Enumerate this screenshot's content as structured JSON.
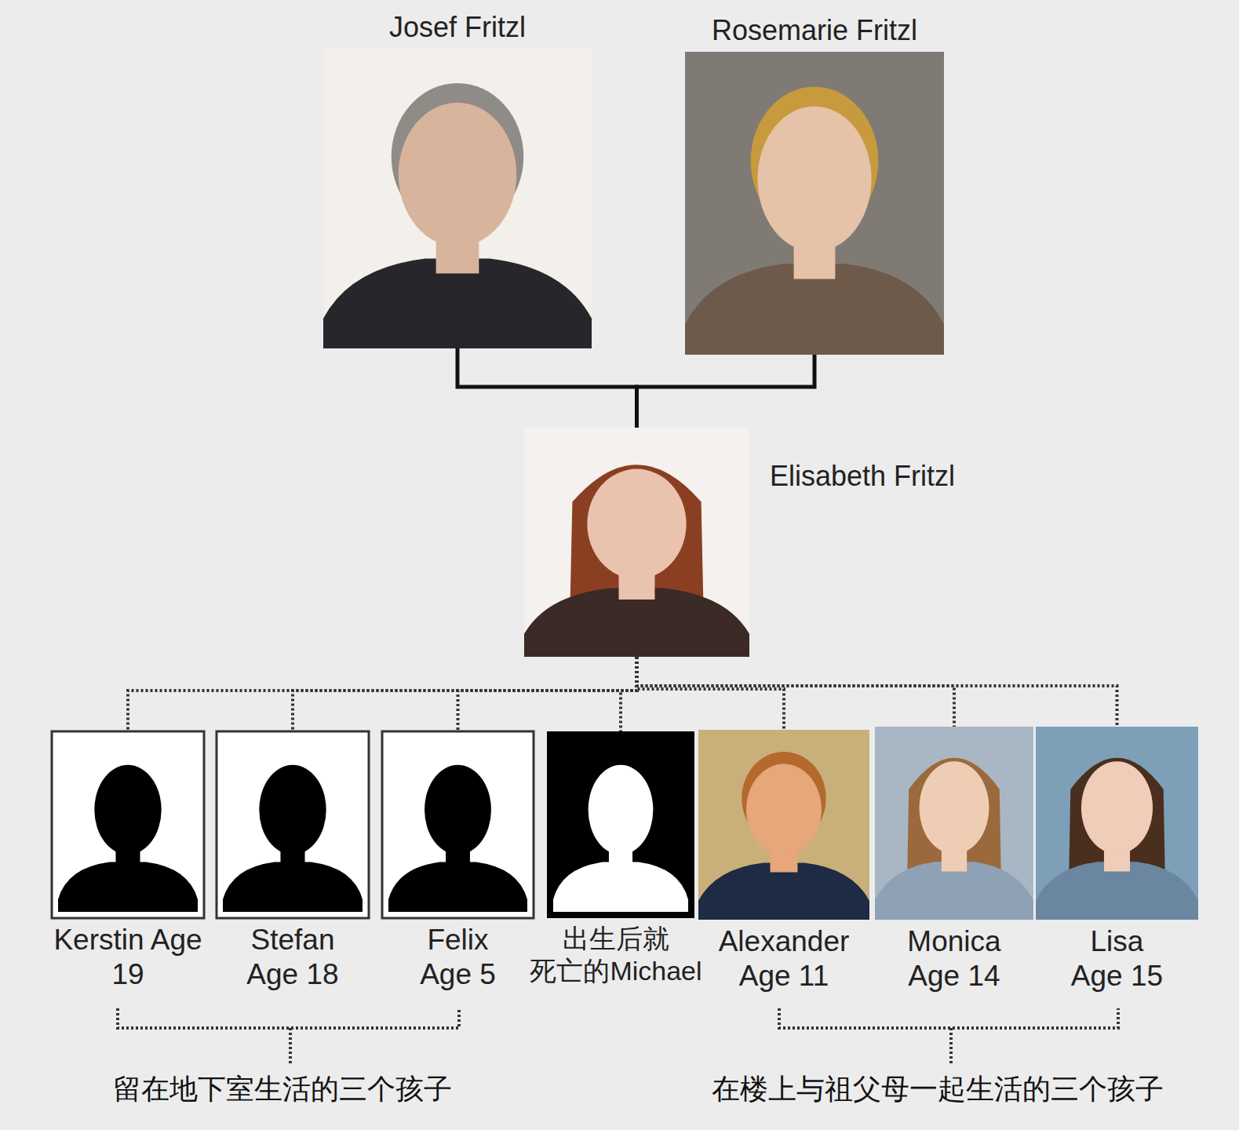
{
  "diagram": {
    "nodes": [
      {
        "text": [
          "Josef Fritzl"
        ]
      },
      {
        "text": [
          "Rosemarie Fritzl"
        ]
      },
      {
        "text": [
          "Elisabeth Fritzl"
        ]
      },
      {
        "text": [
          "Kerstin Age 19"
        ]
      },
      {
        "text": [
          "Stefan Age 18"
        ]
      },
      {
        "text": [
          "Felix Age 5"
        ]
      },
      {
        "text": [
          "出生后就 死亡的Michael"
        ]
      },
      {
        "text": [
          "Alexander Age 11"
        ]
      },
      {
        "text": [
          "Monica Age 14"
        ]
      },
      {
        "text": [
          "Lisa Age 15"
        ]
      }
    ],
    "edges": [
      {
        "from": 0,
        "to": 2,
        "arrow": "none"
      },
      {
        "from": 1,
        "to": 2,
        "arrow": "none"
      },
      {
        "from": 2,
        "to": 3,
        "arrow": "none"
      },
      {
        "from": 2,
        "to": 4,
        "arrow": "none"
      },
      {
        "from": 2,
        "to": 5,
        "arrow": "none"
      },
      {
        "from": 2,
        "to": 6,
        "arrow": "none"
      },
      {
        "from": 2,
        "to": 7,
        "arrow": "none"
      },
      {
        "from": 2,
        "to": 8,
        "arrow": "none"
      },
      {
        "from": 2,
        "to": 9,
        "arrow": "none"
      }
    ],
    "labels": [
      "留在地下室生活的三个孩子",
      "在楼上与祖父母一起生活的三个孩子"
    ]
  }
}
